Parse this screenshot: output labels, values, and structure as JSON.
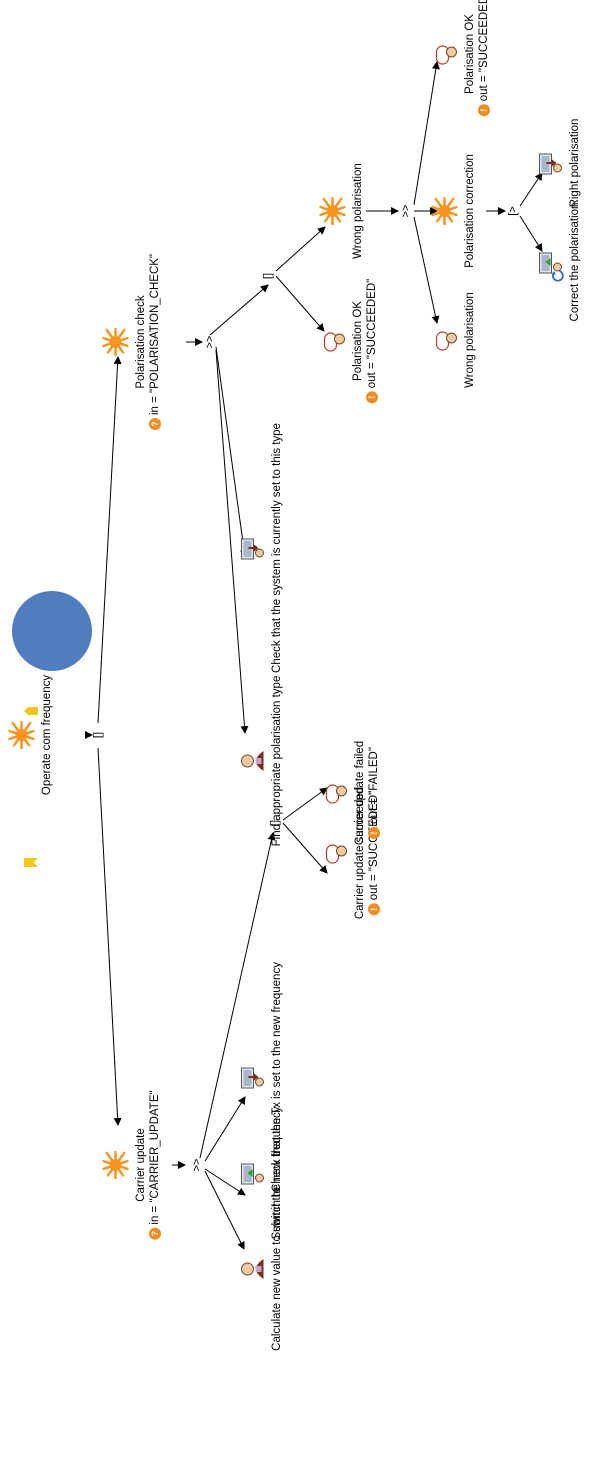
{
  "nodes": {
    "root": {
      "label": "Operate com frequency",
      "icon": "abstract-task-icon"
    },
    "carrier": {
      "label": "Carrier update",
      "param": "in = \"CARRIER_UPDATE\"",
      "icon": "abstract-task-icon",
      "badge": "?"
    },
    "calc": {
      "label": "Calculate new value to switch to",
      "icon": "user-task-icon"
    },
    "submit": {
      "label": "Submit the new frequency",
      "icon": "interaction-input-icon"
    },
    "check_tx": {
      "label": "Check that the Tx is set to the new frequency",
      "icon": "interaction-output-icon"
    },
    "carrier_ok": {
      "label": "Carrier update succeeded",
      "param": "out = \"SUCCEEDED\"",
      "icon": "system-task-icon",
      "badge": "!"
    },
    "carrier_failed": {
      "label": "Carrier update failed",
      "param": "out = \"FAILED\"",
      "icon": "system-task-icon",
      "badge": "!"
    },
    "polar_check": {
      "label": "Polarisation check",
      "param": "in = \"POLARISATION_CHECK\"",
      "icon": "abstract-task-icon",
      "badge": "?"
    },
    "find_type": {
      "label": "Find appropriate polarisation type",
      "icon": "user-task-icon"
    },
    "check_sys": {
      "label": "Check that the system is currently set to this type",
      "icon": "interaction-output-icon"
    },
    "polar_ok_1": {
      "label": "Polarisation OK",
      "param": "out = \"SUCCEEDED\"",
      "icon": "system-task-icon",
      "badge": "!"
    },
    "wrong_polar": {
      "label": "Wrong polarisation",
      "icon": "abstract-task-icon"
    },
    "wrong_polar_leaf": {
      "label": "Wrong polarisation",
      "icon": "system-task-icon"
    },
    "polar_correction": {
      "label": "Polarisation correction",
      "icon": "abstract-task-icon"
    },
    "polar_ok_2": {
      "label": "Polarisation OK",
      "param": "out = \"SUCCEEDED\"",
      "icon": "system-task-icon",
      "badge": "!"
    },
    "correct_polar": {
      "label": "Correct the polarisation",
      "icon": "interaction-input-icon",
      "iterative": true
    },
    "right_polar": {
      "label": "Right polarisation",
      "icon": "interaction-output-icon"
    }
  },
  "operators": {
    "op_root": "[]",
    "op_carrier": ">>",
    "op_carrier_result": "[]",
    "op_polar": ">>",
    "op_polar_result": "[]",
    "op_wrong": ">>",
    "op_correction": "[>"
  },
  "colors": {
    "abstract": "#f7941d",
    "badge": "#f28c1e",
    "circle": "#4f7dbf",
    "marker": "#f5c518"
  }
}
